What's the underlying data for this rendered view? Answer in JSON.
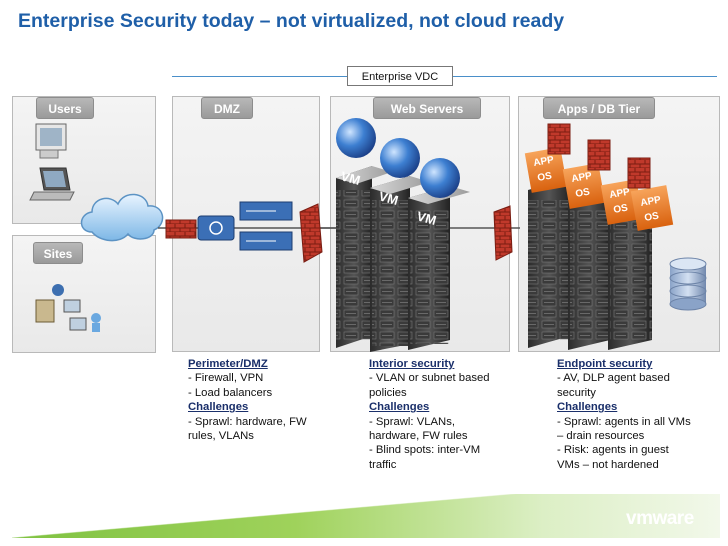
{
  "title": "Enterprise Security today – not virtualized, not cloud ready",
  "vdc_label": "Enterprise VDC",
  "tiers": {
    "users": "Users",
    "sites": "Sites",
    "dmz": "DMZ",
    "web": "Web Servers",
    "apps": "Apps / DB Tier"
  },
  "vm_labels": [
    "VM",
    "VM",
    "VM"
  ],
  "app_labels": [
    {
      "app": "APP",
      "os": "OS"
    },
    {
      "app": "APP",
      "os": "OS"
    },
    {
      "app": "APP",
      "os": "OS"
    },
    {
      "app": "APP",
      "os": "OS"
    }
  ],
  "columns": [
    {
      "heading": "Perimeter/DMZ",
      "items": [
        "- Firewall, VPN",
        "- Load balancers"
      ],
      "challenges_label": "Challenges",
      "challenges": [
        "- Sprawl: hardware, FW",
        "rules, VLANs"
      ]
    },
    {
      "heading": "Interior security",
      "items": [
        "- VLAN or subnet based",
        "policies"
      ],
      "challenges_label": "Challenges",
      "challenges": [
        "- Sprawl: VLANs,",
        "hardware, FW rules",
        "- Blind spots: inter-VM",
        "traffic"
      ]
    },
    {
      "heading": "Endpoint  security",
      "items": [
        "- AV, DLP agent based",
        "security"
      ],
      "challenges_label": "Challenges",
      "challenges": [
        "- Sprawl: agents in all VMs",
        "– drain resources",
        "- Risk: agents in guest",
        "VMs – not hardened"
      ]
    }
  ],
  "brand": "vmware",
  "colors": {
    "title": "#1f5fa8",
    "heading": "#1a2f6a",
    "firewall": "#c0392b",
    "app_orange": "#e8731d",
    "footer_green": "#7fc241"
  }
}
